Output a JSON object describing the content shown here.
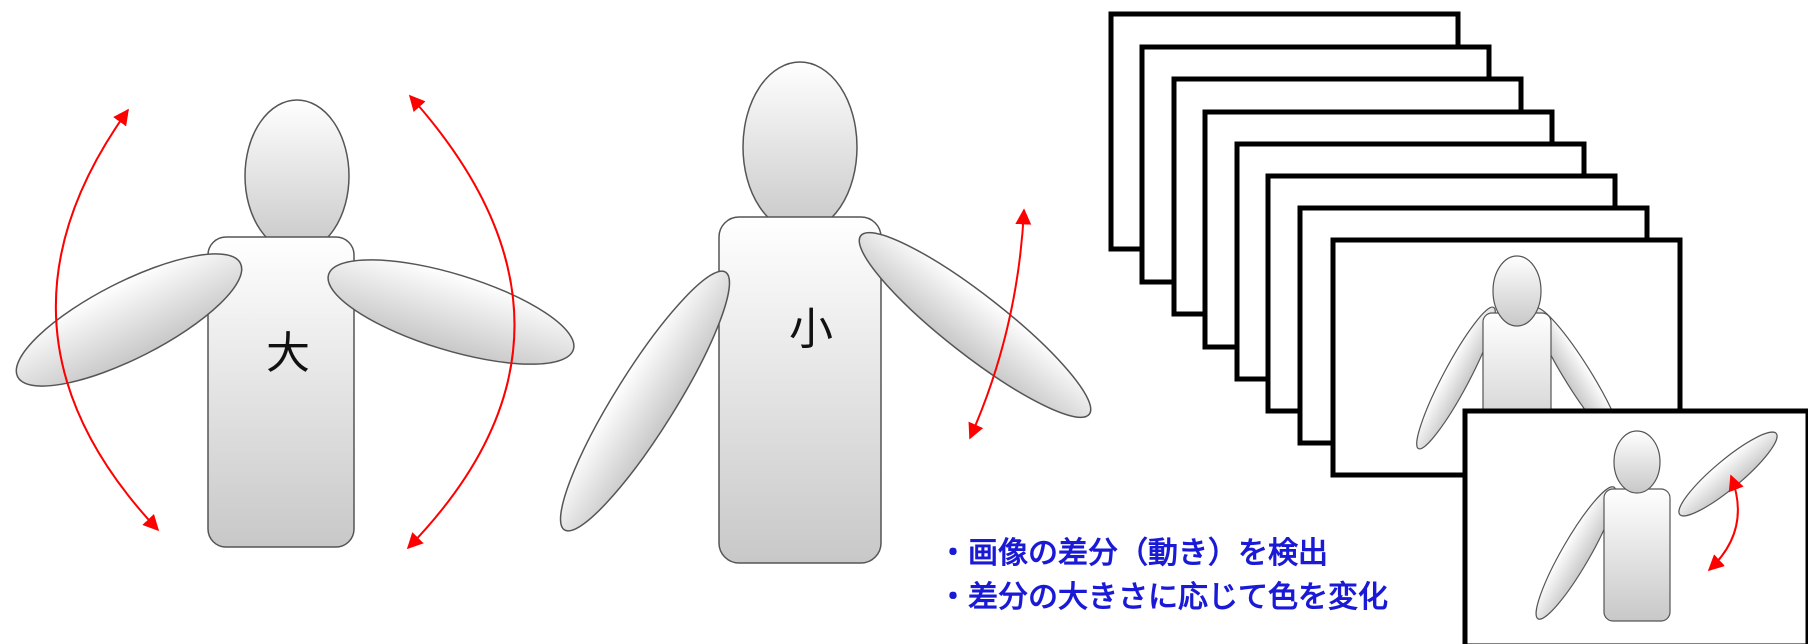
{
  "figures": {
    "large": {
      "label": "大"
    },
    "small": {
      "label": "小"
    }
  },
  "bullets": [
    "・画像の差分（動き）を検出",
    "・差分の大きさに応じて色を変化"
  ],
  "colors": {
    "arrow": "#ff0000",
    "text_accent": "#1a1ad6",
    "outline": "#555555",
    "frame": "#000000"
  }
}
